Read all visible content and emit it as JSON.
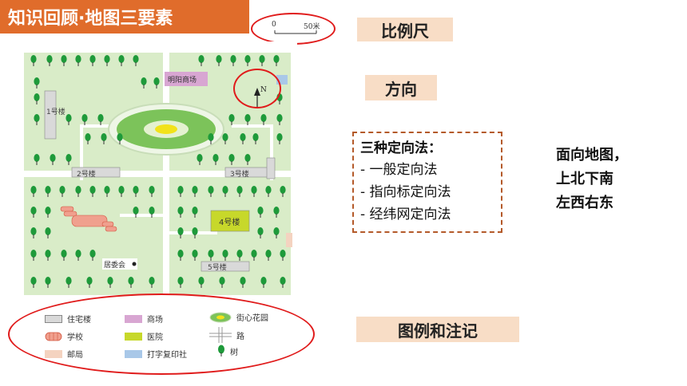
{
  "title": "知识回顾·地图三要素",
  "labels": {
    "scale": "比例尺",
    "direction": "方向",
    "legend": "图例和注记"
  },
  "scale_bar": {
    "zero": "0",
    "end": "50米"
  },
  "north": "N",
  "map": {
    "places": {
      "mingyang": "明阳商场",
      "b1": "1号楼",
      "b2": "2号楼",
      "b3": "3号楼",
      "b4": "4号楼",
      "b5": "5号楼",
      "jwh": "居委会"
    }
  },
  "methods": {
    "title": "三种定向法：",
    "items": [
      "- 一般定向法",
      "- 指向标定向法",
      "- 经纬网定向法"
    ]
  },
  "rule": [
    "面向地图，",
    "上北下南",
    "左西右东"
  ],
  "legend": {
    "residential": "住宅楼",
    "mall": "商场",
    "garden": "街心花园",
    "school": "学校",
    "hospital": "医院",
    "road": "路",
    "post": "邮局",
    "print": "打字复印社",
    "tree": "树"
  },
  "colors": {
    "banner": "#e06c2b",
    "label_bg": "#f8ddc6",
    "map_green": "#d9ecc8",
    "road": "#ffffff",
    "tree": "#1e9a3a",
    "mall": "#d8a6d2",
    "hospital": "#c7d82a",
    "school": "#f0a08e",
    "print": "#a9c8e8",
    "post": "#f4d3c0",
    "ring": "#e01b1b"
  }
}
